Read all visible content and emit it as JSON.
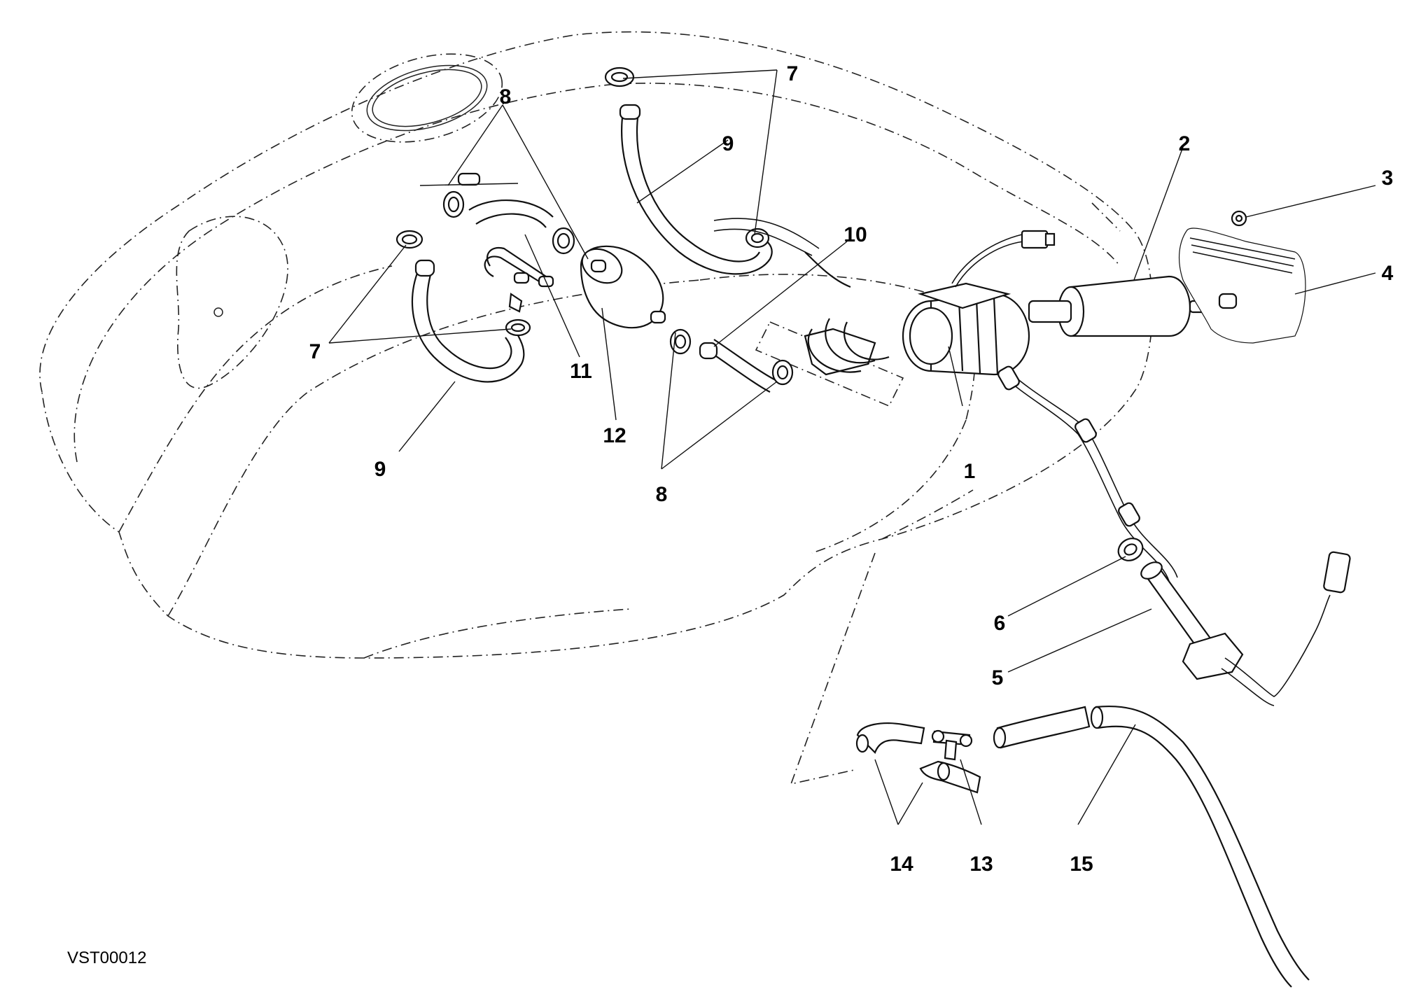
{
  "callouts": [
    {
      "id": "1",
      "label": "1"
    },
    {
      "id": "2",
      "label": "2"
    },
    {
      "id": "3",
      "label": "3"
    },
    {
      "id": "4",
      "label": "4"
    },
    {
      "id": "5",
      "label": "5"
    },
    {
      "id": "6",
      "label": "6"
    },
    {
      "id": "7a",
      "label": "7"
    },
    {
      "id": "7b",
      "label": "7"
    },
    {
      "id": "8a",
      "label": "8"
    },
    {
      "id": "8b",
      "label": "8"
    },
    {
      "id": "9a",
      "label": "9"
    },
    {
      "id": "9b",
      "label": "9"
    },
    {
      "id": "10",
      "label": "10"
    },
    {
      "id": "11",
      "label": "11"
    },
    {
      "id": "12",
      "label": "12"
    },
    {
      "id": "13",
      "label": "13"
    },
    {
      "id": "14",
      "label": "14"
    },
    {
      "id": "15",
      "label": "15"
    }
  ],
  "drawing_code": "VST00012"
}
